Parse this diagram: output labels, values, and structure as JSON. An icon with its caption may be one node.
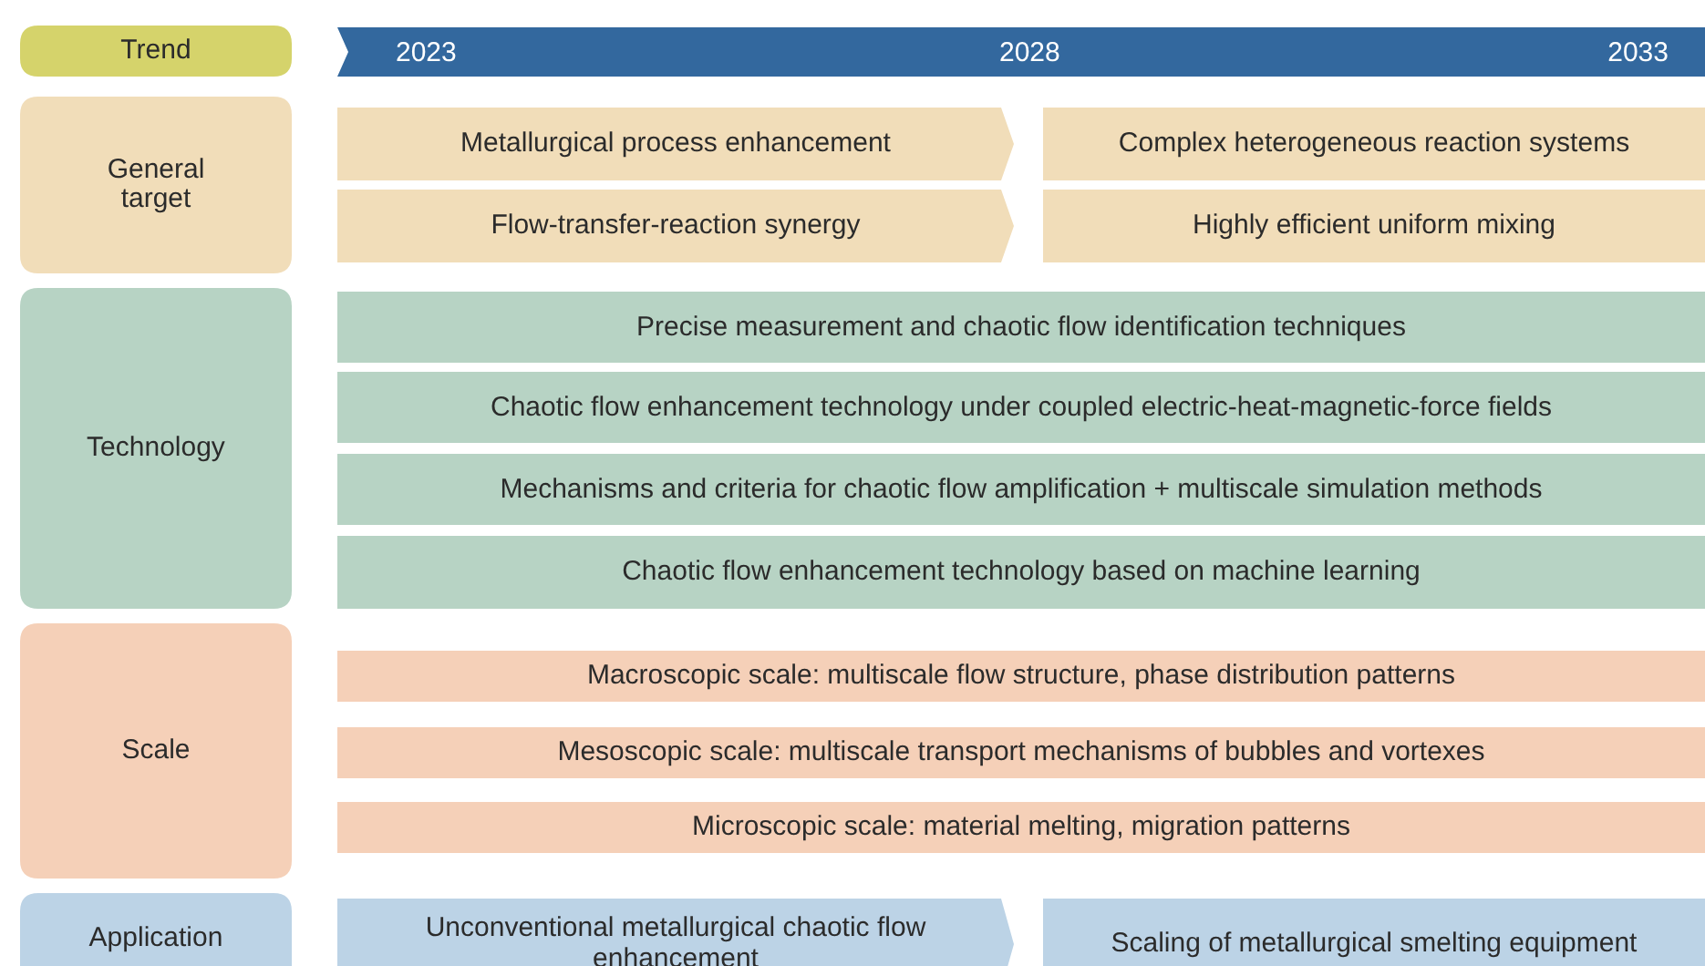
{
  "diagram": {
    "nodes": [
      {
        "text": [
          "Trend"
        ]
      },
      {
        "text": [
          "2023",
          "2028",
          "2033"
        ]
      },
      {
        "text": [
          "General target"
        ]
      },
      {
        "text": [
          "Metallurgical process enhancement"
        ]
      },
      {
        "text": [
          "Complex heterogeneous reaction systems"
        ]
      },
      {
        "text": [
          "Flow-transfer-reaction synergy"
        ]
      },
      {
        "text": [
          "Highly efficient uniform mixing"
        ]
      },
      {
        "text": [
          "Technology"
        ]
      },
      {
        "text": [
          "Precise measurement and chaotic flow identification techniques"
        ]
      },
      {
        "text": [
          "Chaotic flow enhancement technology under coupled electric-heat-magnetic-force fields"
        ]
      },
      {
        "text": [
          "Mechanisms and criteria for chaotic flow amplification + multiscale simulation methods"
        ]
      },
      {
        "text": [
          "Chaotic flow enhancement technology based on machine learning"
        ]
      },
      {
        "text": [
          "Scale"
        ]
      },
      {
        "text": [
          "Macroscopic scale: multiscale flow structure, phase distribution patterns"
        ]
      },
      {
        "text": [
          "Mesoscopic scale: multiscale transport mechanisms of bubbles and vortexes"
        ]
      },
      {
        "text": [
          "Microscopic scale: material melting, migration patterns"
        ]
      },
      {
        "text": [
          "Application"
        ]
      },
      {
        "text": [
          "Unconventional metallurgical chaotic flow enhancement"
        ]
      },
      {
        "text": [
          "Scaling of metallurgical smelting equipment"
        ]
      }
    ]
  }
}
